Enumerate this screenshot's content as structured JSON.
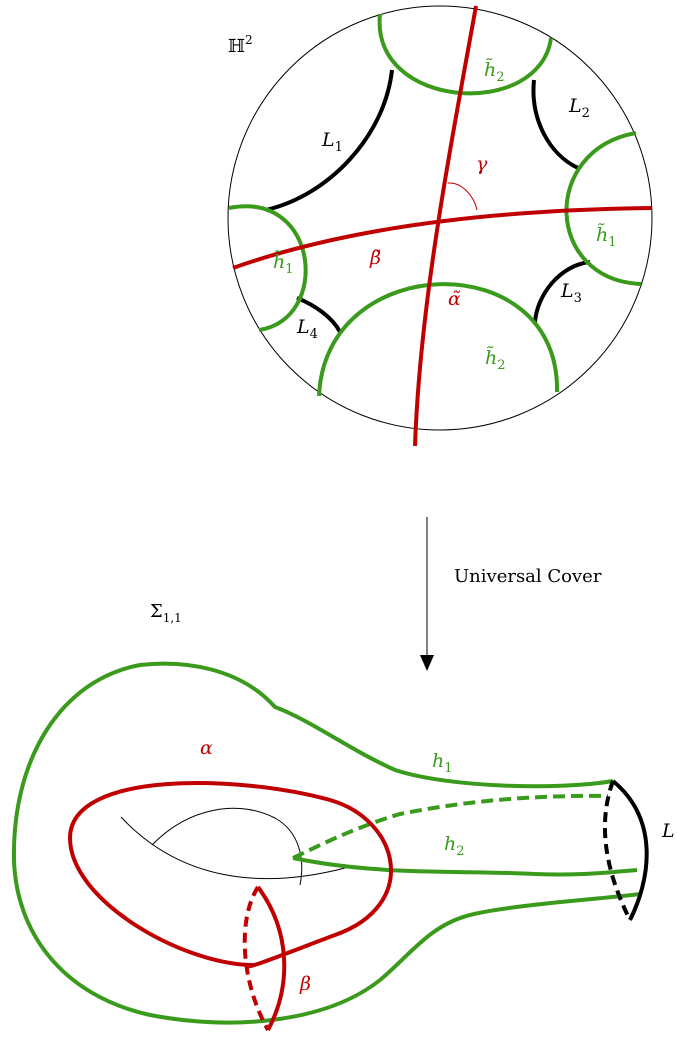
{
  "colors": {
    "green": "#3a9a1c",
    "red": "#c00000",
    "black": "#000000"
  },
  "disk": {
    "space_label": "ℍ",
    "space_exp": "2",
    "L1": "L",
    "L1_sub": "1",
    "L2": "L",
    "L2_sub": "2",
    "L3": "L",
    "L3_sub": "3",
    "L4": "L",
    "L4_sub": "4",
    "gamma": "γ",
    "alpha_tilde": "α̃",
    "beta_tilde": "β̃",
    "h1_tilde": "h̃",
    "h1_tilde_sub": "1",
    "h2_tilde": "h̃",
    "h2_tilde_sub": "2"
  },
  "arrow_label": "Universal Cover",
  "surface": {
    "name": "Σ",
    "name_sub": "1,1",
    "alpha": "α",
    "beta": "β",
    "h1": "h",
    "h1_sub": "1",
    "h2": "h",
    "h2_sub": "2",
    "L": "L"
  }
}
